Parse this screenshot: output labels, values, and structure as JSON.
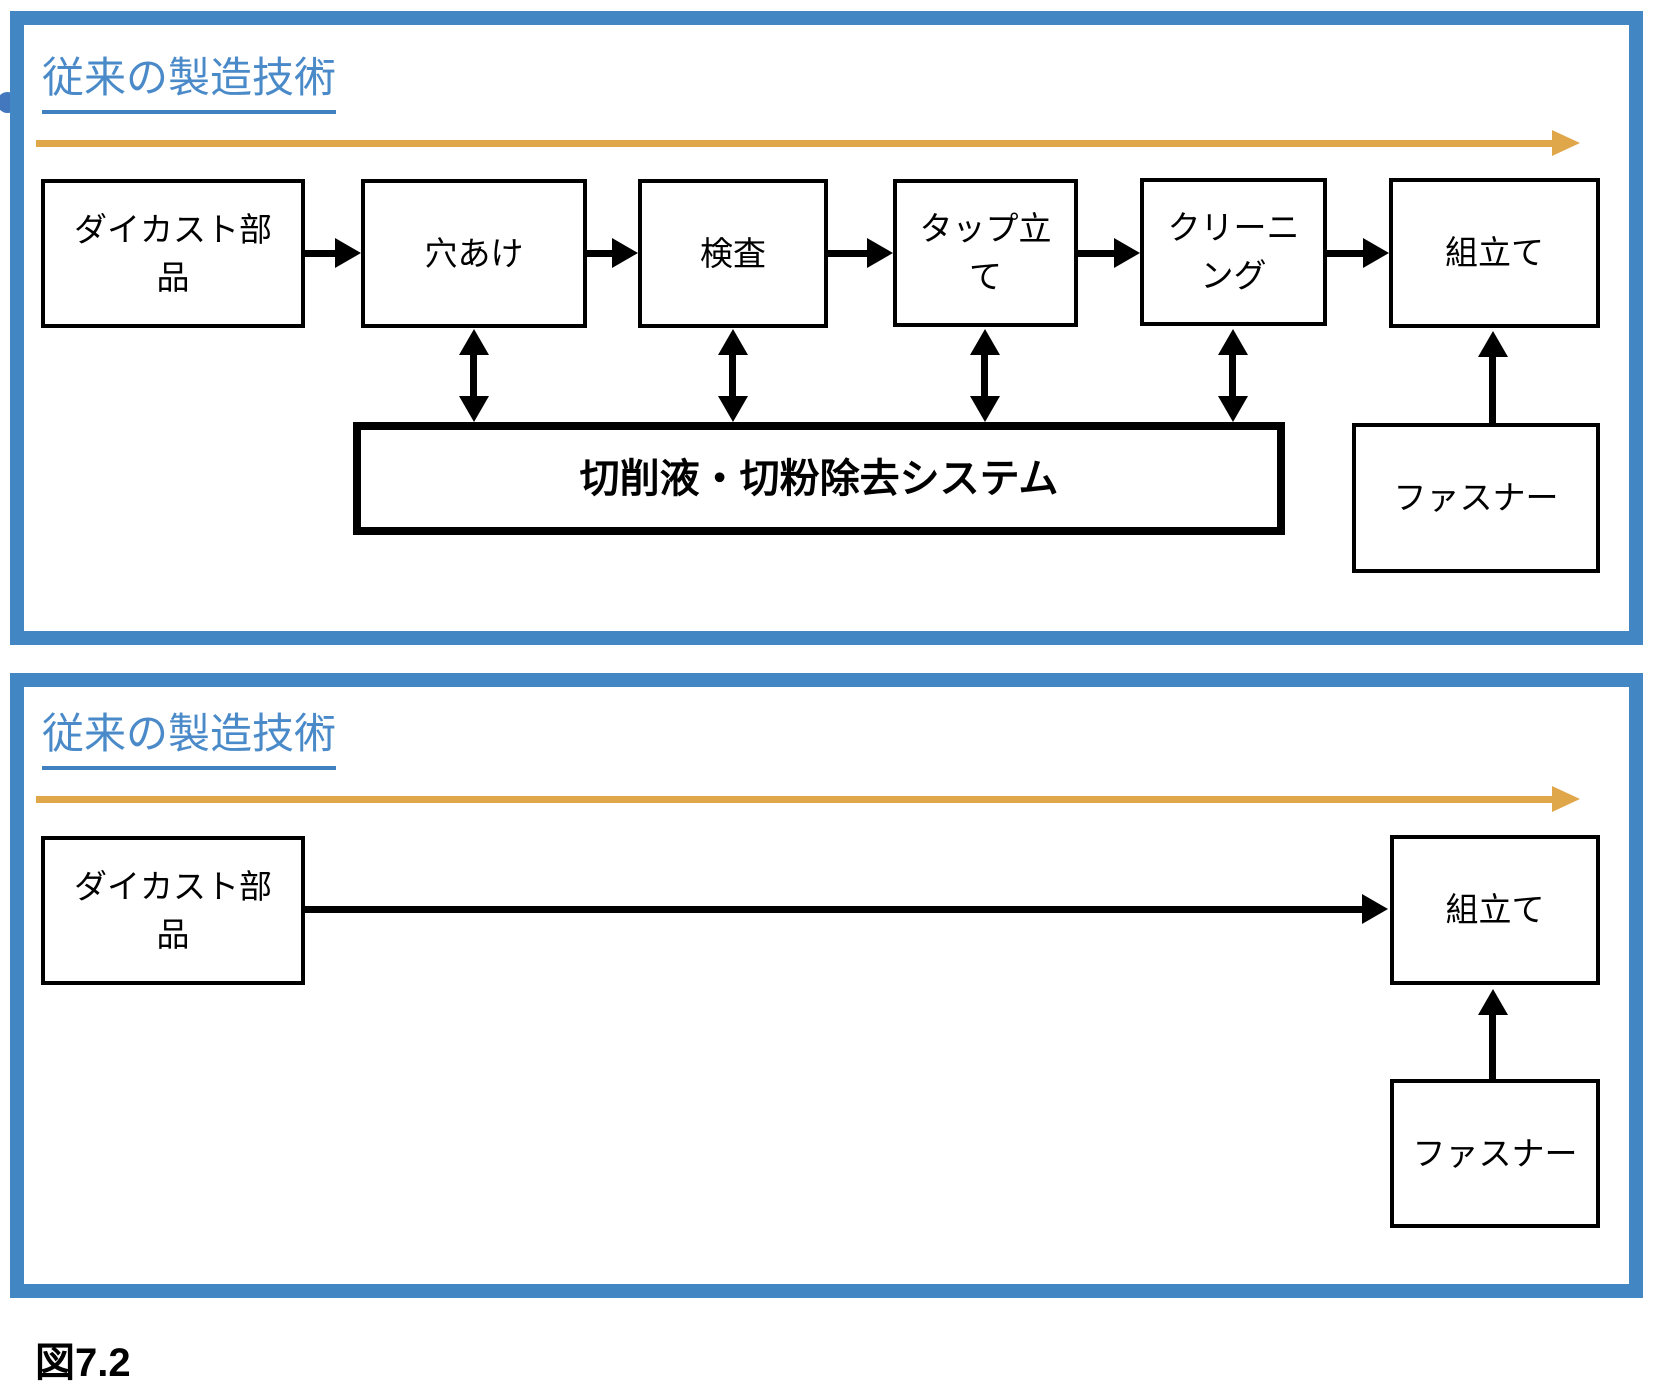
{
  "caption": "図7.2",
  "colors": {
    "panel_border": "#4386C4",
    "title_text": "#4A8AC9",
    "timeline_arrow": "#E0A74A",
    "node_border": "#000000",
    "bullet": "#4377BE"
  },
  "panel1": {
    "title": "従来の製造技術",
    "nodes": {
      "diecast": "ダイカスト部\n品",
      "drilling": "穴あけ",
      "inspection": "検査",
      "tapping": "タップ立\nて",
      "cleaning": "クリーニ\nング",
      "assembly": "組立て",
      "coolant_system": "切削液・切粉除去システム",
      "fastener": "ファスナー"
    }
  },
  "panel2": {
    "title": "従来の製造技術",
    "nodes": {
      "diecast": "ダイカスト部\n品",
      "assembly": "組立て",
      "fastener": "ファスナー"
    }
  }
}
